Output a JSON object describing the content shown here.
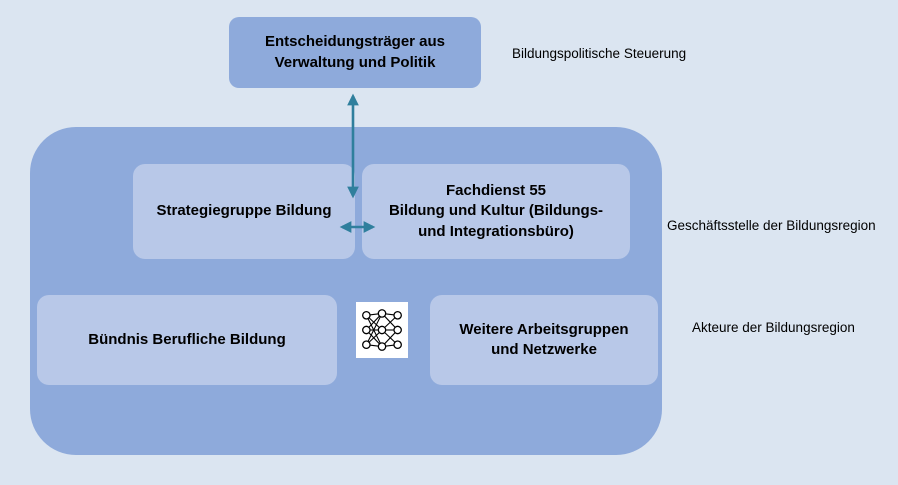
{
  "diagram": {
    "top_box": {
      "lines": [
        "Entscheidungsträger aus",
        "Verwaltung und Politik"
      ]
    },
    "side_labels": {
      "steuerung": "Bildungspolitische Steuerung",
      "geschaeftsstelle": "Geschäftsstelle der Bildungsregion",
      "akteure": "Akteure der Bildungsregion"
    },
    "container": {
      "strategiegruppe": {
        "label": "Strategiegruppe Bildung"
      },
      "fachdienst": {
        "lines": [
          "Fachdienst 55",
          "Bildung und Kultur (Bildungs-",
          "und Integrationsbüro)"
        ]
      },
      "buendnis": {
        "label": "Bündnis Berufliche Bildung"
      },
      "weitere": {
        "lines": [
          "Weitere Arbeitsgruppen",
          "und Netzwerke"
        ]
      }
    },
    "icons": {
      "network_icon": "network-graph"
    },
    "colors": {
      "background": "#dbe5f1",
      "outer_box": "#8eaadb",
      "inner_box": "#b8c8e8",
      "arrow": "#2f7f9d",
      "text": "#000000"
    }
  }
}
